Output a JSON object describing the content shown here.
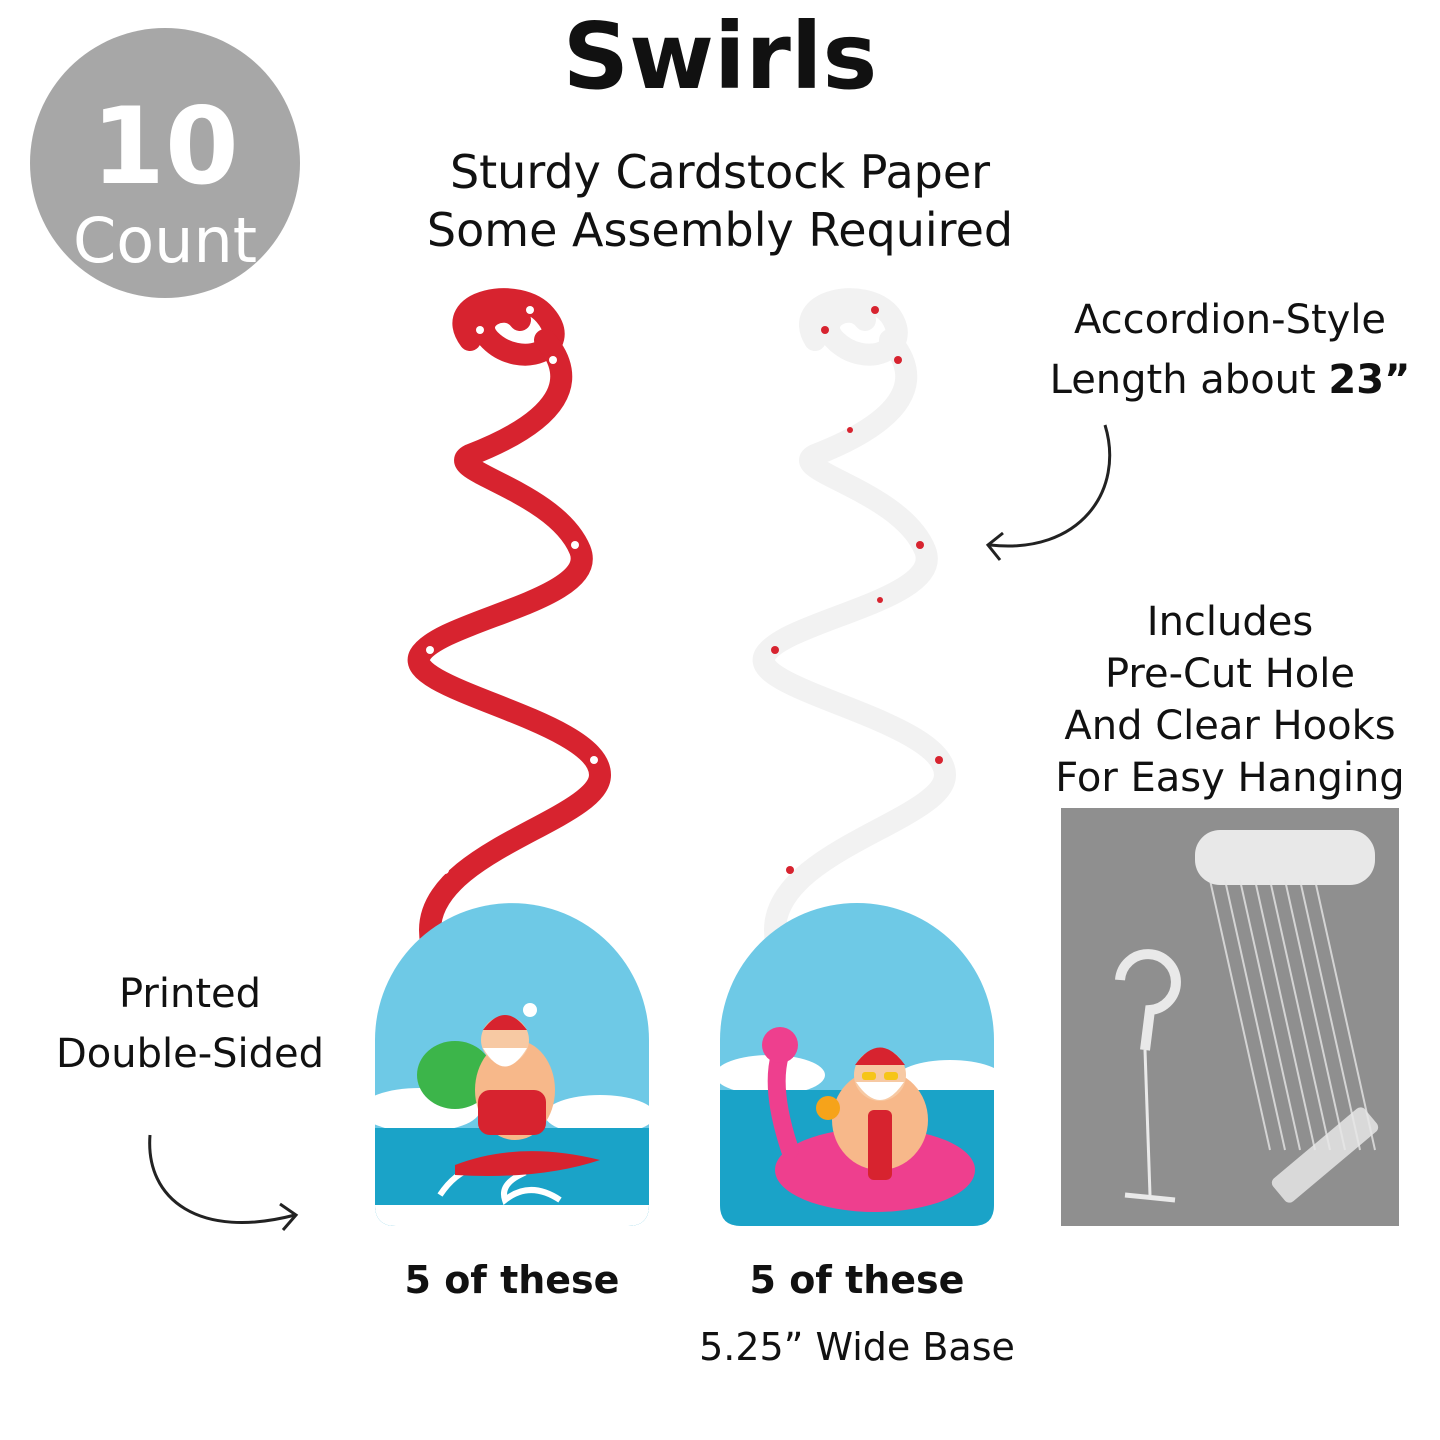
{
  "badge": {
    "number": "10",
    "unit": "Count"
  },
  "header": {
    "title": "Swirls",
    "subtitle_line1": "Sturdy Cardstock Paper",
    "subtitle_line2": "Some Assembly Required"
  },
  "callouts": {
    "length_line1": "Accordion-Style",
    "length_line2_prefix": "Length about ",
    "length_value": "23”",
    "hooks_lines": [
      "Includes",
      "Pre-Cut Hole",
      "And Clear Hooks",
      "For Easy Hanging"
    ],
    "printed_line1": "Printed",
    "printed_line2": "Double-Sided"
  },
  "products": [
    {
      "caption": "5 of these",
      "swirl_color": "#d7232f",
      "dot_color": "#ffffff",
      "icon": "surfing-santa-icon"
    },
    {
      "caption": "5 of these",
      "swirl_color": "#ffffff",
      "dot_color": "#d7232f",
      "icon": "flamingo-float-santa-icon"
    }
  ],
  "base_note": "5.25” Wide Base",
  "colors": {
    "badge": "#a7a7a7",
    "red": "#d7232f",
    "sky": "#6ec9e6",
    "sea": "#1aa3c8"
  }
}
